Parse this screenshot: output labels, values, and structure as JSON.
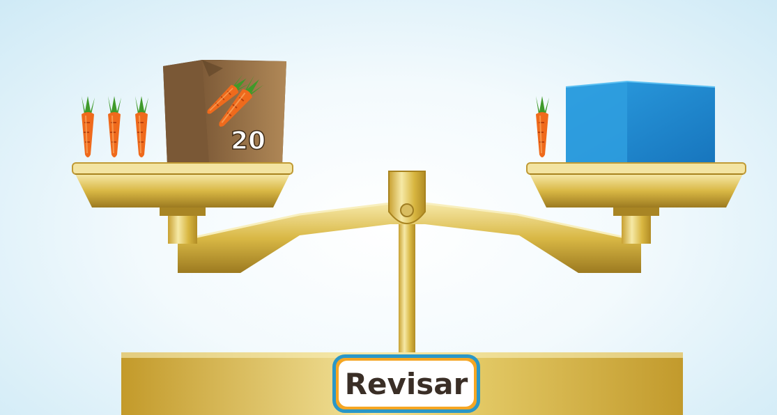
{
  "game": {
    "type": "balance-scale",
    "check_button_label": "Revisar",
    "left_pan": {
      "loose_carrots": 3,
      "bag": {
        "label": "20",
        "icon": "carrot-icon"
      }
    },
    "right_pan": {
      "loose_carrots": 1,
      "unknown_block": {
        "icon": "blue-cube"
      }
    },
    "colors": {
      "gold": "#d4b13c",
      "bag": "#8a6440",
      "cube": "#1f8fd1",
      "carrot": "#f06a1d",
      "button_border": "#2a97c7",
      "button_ring": "#f5a623"
    }
  }
}
